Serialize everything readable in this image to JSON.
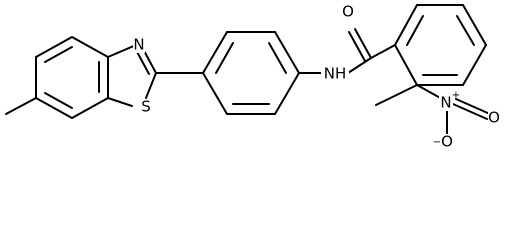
{
  "molecule": {
    "atom_labels": {
      "n_thiazole": "N",
      "s_thiazole": "S",
      "amide_nh": "NH",
      "carbonyl_o": "O",
      "nitro_n": "N",
      "nitro_o_top": "O",
      "nitro_o_bottom": "O"
    },
    "charges": {
      "nitro_n_plus": "+",
      "nitro_o_minus": "−"
    }
  }
}
